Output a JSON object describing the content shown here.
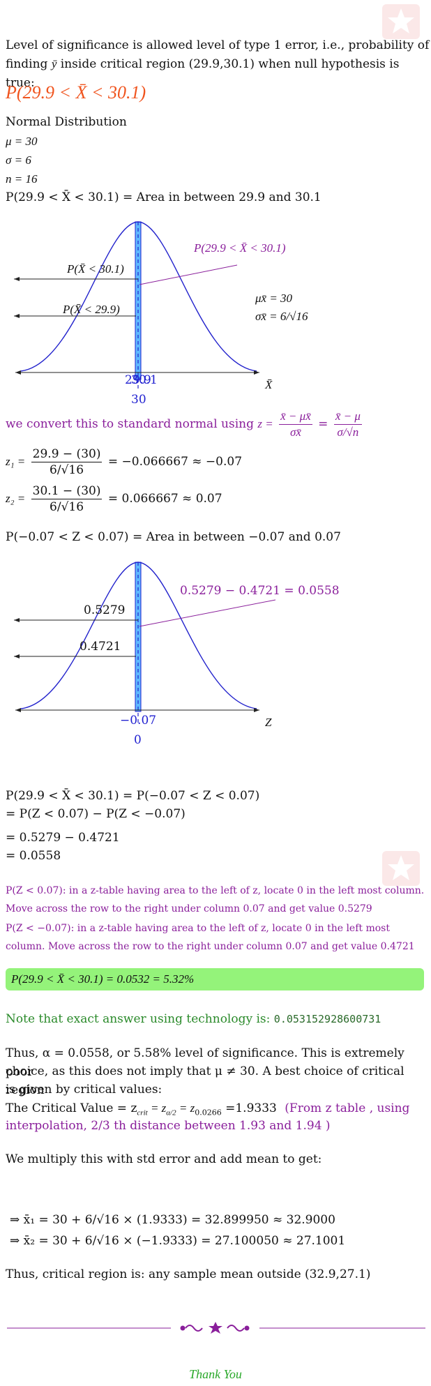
{
  "intro": {
    "line1": "Level of significance is allowed level of type 1 error, i.e., probability of",
    "line2_pre": "finding ",
    "line2_var": "ȳ",
    "line2_post": " inside critical region (29.9,30.1) when null hypothesis is true:"
  },
  "heading_prob": "P(29.9 < X̄ < 30.1)",
  "params": {
    "dist": "Normal Distribution",
    "mu": "μ = 30",
    "sigma": "σ = 6",
    "n": "n = 16",
    "area_stmt": "P(29.9 < X̄ < 30.1) = Area in between 29.9 and 30.1"
  },
  "graph1": {
    "callout": "P(29.9 < X̄ < 30.1)",
    "left_upper": "P(X̄ < 30.1)",
    "left_lower": "P(X̄ < 29.9)",
    "mu_xbar": "μx̄ = 30",
    "sigma_xbar": "σx̄ = 6/√16",
    "tick_overlap": "29.9",
    "tick_overlap2": "30.1",
    "tick_center": "30",
    "axis_label": "X̄",
    "colors": {
      "curve": "#2222cc",
      "band": "#5fb8ff",
      "callout": "#8a1f9b"
    }
  },
  "convert": {
    "text": "we convert this to standard normal using",
    "z_eq": "z =",
    "f1_num": "x̄ − μx̄",
    "f1_den": "σx̄",
    "eq": "=",
    "f2_num": "x̄ − μ",
    "f2_den": "σ/√n"
  },
  "z1": {
    "label": "z₁ =",
    "num": "29.9 − (30)",
    "den": "6/√16",
    "result": "= −0.066667 ≈ −0.07"
  },
  "z2": {
    "label": "z₂ =",
    "num": "30.1 − (30)",
    "den": "6/√16",
    "result": "= 0.066667 ≈ 0.07"
  },
  "z_area": "P(−0.07 < Z < 0.07) = Area in between −0.07 and 0.07",
  "graph2": {
    "callout": "0.5279 − 0.4721 = 0.0558",
    "left_upper": "0.5279",
    "left_lower": "0.4721",
    "tick_overlap": "−0.07",
    "tick_center": "0",
    "axis_label": "Z"
  },
  "steps": {
    "l1": "P(29.9 < X̄ < 30.1) = P(−0.07 < Z < 0.07)",
    "l2": "= P(Z < 0.07) − P(Z < −0.07)",
    "l3": "= 0.5279 − 0.4721",
    "l4": "= 0.0558"
  },
  "table_notes": {
    "n1a": "P(Z < 0.07): in a z-table having area to the left of z, locate 0 in the left most column.",
    "n1b": "Move across the row to the right under column 0.07 and get value 0.5279",
    "n2a": "P(Z < −0.07): in a z-table having area to the left of z, locate 0 in the left most",
    "n2b": "column. Move across the row to the right under column 0.07 and get value 0.4721"
  },
  "result": "P(29.9 < X̄ < 30.1) = 0.0532 = 5.32%",
  "exact": {
    "label": "Note that exact answer using technology is:",
    "value": "0.053152928600731"
  },
  "conclusion": {
    "l1": "Thus, α = 0.0558, or 5.58% level of significance. This is extremely poor",
    "l2": "choice, as this does not imply that μ ≠ 30. A best choice of critical region",
    "l3": "is given by critical values:",
    "l4_pre": "The Critical Value = z",
    "l4_sub1": "crit",
    "l4_mid": " = z",
    "l4_sub2": "α/2",
    "l4_mid2": " = z",
    "l4_sub3": "0.0266",
    "l4_val": " =1.9333",
    "l4_note": "(From z table , using",
    "l5": "interpolation, 2/3 th distance between 1.93 and 1.94 )"
  },
  "multiply": "We multiply this with std error and add mean to get:",
  "xbar1": "⇒ x̄₁ = 30 + 6/√16 × (1.9333) = 32.899950 ≈ 32.9000",
  "xbar2": "⇒ x̄₂ = 30 + 6/√16 × (−1.9333) = 27.100050 ≈ 27.1001",
  "critical": "Thus, critical region is: any sample mean outside (32.9,27.1)",
  "thanks": "Thank You"
}
